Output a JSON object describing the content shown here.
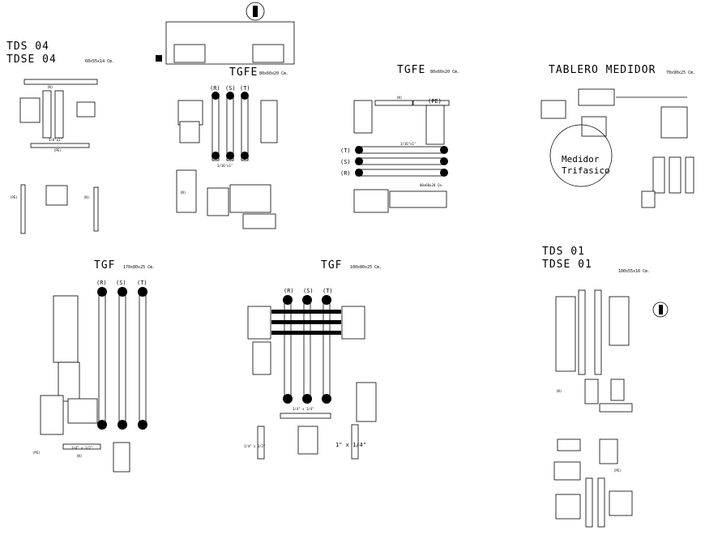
{
  "drawing": {
    "colors": {
      "ink": "#000000",
      "background": "#ffffff"
    },
    "sheet_icon": "breaker-symbol-icon",
    "panels": {
      "tds04": {
        "title_1": "TDS 04",
        "title_2": "TDSE 04",
        "dims": "60x55x14 Cm.",
        "bar_n": "(N)",
        "bar_pe": "(PE)",
        "bar_pe_side": "(PE)",
        "bar_n_side": "(N)",
        "bar_size": "3/8\"x1\""
      },
      "tgfe_a": {
        "title": "TGFE",
        "dims": "80x60x20 Cm.",
        "phases": [
          "(R)",
          "(S)",
          "(T)"
        ],
        "bar_size": "3/16\"x1\"",
        "bar_n": "(N)"
      },
      "tgfe_b": {
        "title": "TGFE",
        "dims": "80x60x20 Cm.",
        "bar_n": "(N)",
        "bar_pe": "(PE)",
        "phases": [
          "(T)",
          "(S)",
          "(R)"
        ],
        "bar_size": "3/16\"x1\"",
        "dims_2": "80x60x20 Cm."
      },
      "tablero_medidor": {
        "title": "TABLERO MEDIDOR",
        "dims": "70x90x25 Cm.",
        "meter_label_1": "Medidor",
        "meter_label_2": "Trifasico"
      },
      "tgf_a": {
        "title": "TGF",
        "dims": "170x80x25 Cm.",
        "phases": [
          "(R)",
          "(S)",
          "(T)"
        ],
        "bar_n": "(N)",
        "bar_pe": "(PE)",
        "bar_size": "1/4\" x 1/2\""
      },
      "tgf_b": {
        "title": "TGF",
        "dims": "100x80x25 Cm.",
        "phases": [
          "(R)",
          "(S)",
          "(T)"
        ],
        "bar_size_1": "1/4\" x 1/2\"",
        "bar_size_2": "1\" x 1/4\"",
        "bar_size_3": "1/4\" x 1/4\""
      },
      "tds01": {
        "title_1": "TDS 01",
        "title_2": "TDSE 01",
        "dims": "100x55x16 Cm.",
        "bar_pe": "(PE)",
        "bar_n": "(N)"
      }
    }
  }
}
